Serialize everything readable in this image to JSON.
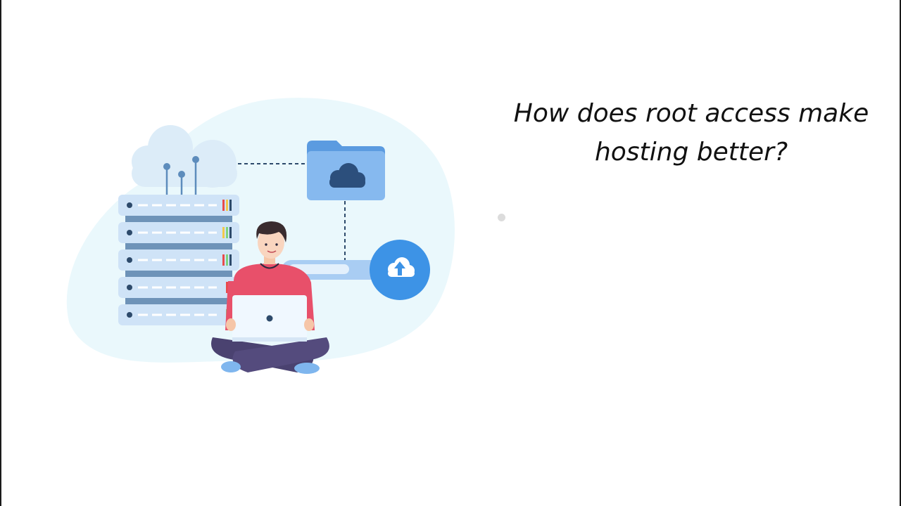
{
  "slide": {
    "heading_lines": [
      "How does root access make",
      "hosting better?"
    ]
  },
  "illustration": {
    "icons": [
      "cloud-icon",
      "server-rack-icon",
      "folder-cloud-icon",
      "cloud-upload-icon",
      "person-with-laptop"
    ],
    "colors": {
      "blob": "#eaf8fc",
      "server": "#cfe3f7",
      "server_dark": "#6e93b8",
      "folder": "#7fb2ee",
      "upload_circle": "#3d93e6",
      "shirt": "#e8506a",
      "pants": "#4a4270"
    }
  },
  "pager": {
    "indicator_color": "#dcdcdc"
  }
}
